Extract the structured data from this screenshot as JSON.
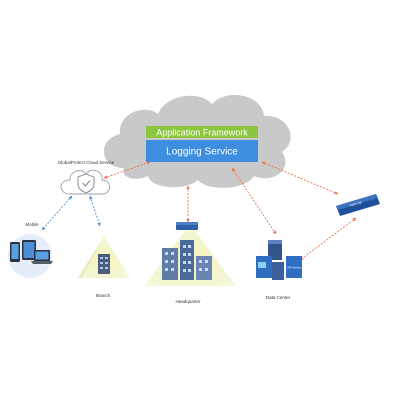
{
  "cloud": {
    "app_framework": "Application Framework",
    "logging_service": "Logging Service"
  },
  "nodes": {
    "globalprotect": "GlobalProtect Cloud Service",
    "mobile": "Mobile",
    "branch": "Branch",
    "headquarter": "Headquarter",
    "data_center": "Data Center",
    "firewall_device": "PAN-OS",
    "vm_firewall": "VM-Series"
  },
  "colors": {
    "cloud_fill": "#c9c9c9",
    "app_framework_bar": "#8cc63f",
    "logging_service_bar": "#3d8ede",
    "link_orange": "#e8734a",
    "link_blue": "#4a90d9",
    "site_zone_fill": "#f3efa6"
  }
}
